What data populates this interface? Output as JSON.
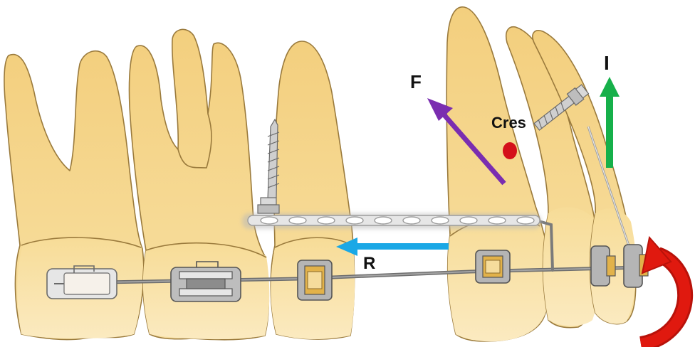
{
  "labels": {
    "force": "F",
    "center_of_resistance": "Cres",
    "intrusion": "I",
    "retraction": "R"
  },
  "colors": {
    "tooth_fill": "#f6d98e",
    "tooth_root": "#edc46b",
    "tooth_outline": "#9a7a3c",
    "force_arrow": "#7a2db0",
    "intrusion_arrow": "#16b04a",
    "retraction_arrow": "#1aa8e6",
    "rotation_arrow": "#e0190f",
    "cres_dot": "#d4101a",
    "archwire": "#8a8a8a",
    "metal": "#c8c8c8",
    "gold_slot": "#e2b24a"
  },
  "icons": {
    "mini_screw_posterior": "miniscrew-icon",
    "mini_screw_anterior": "miniscrew-icon",
    "molar_tube": "molar-tube-icon",
    "bracket": "bracket-icon",
    "power_chain": "elastic-chain-icon",
    "rotation": "rotation-arrow-icon"
  }
}
